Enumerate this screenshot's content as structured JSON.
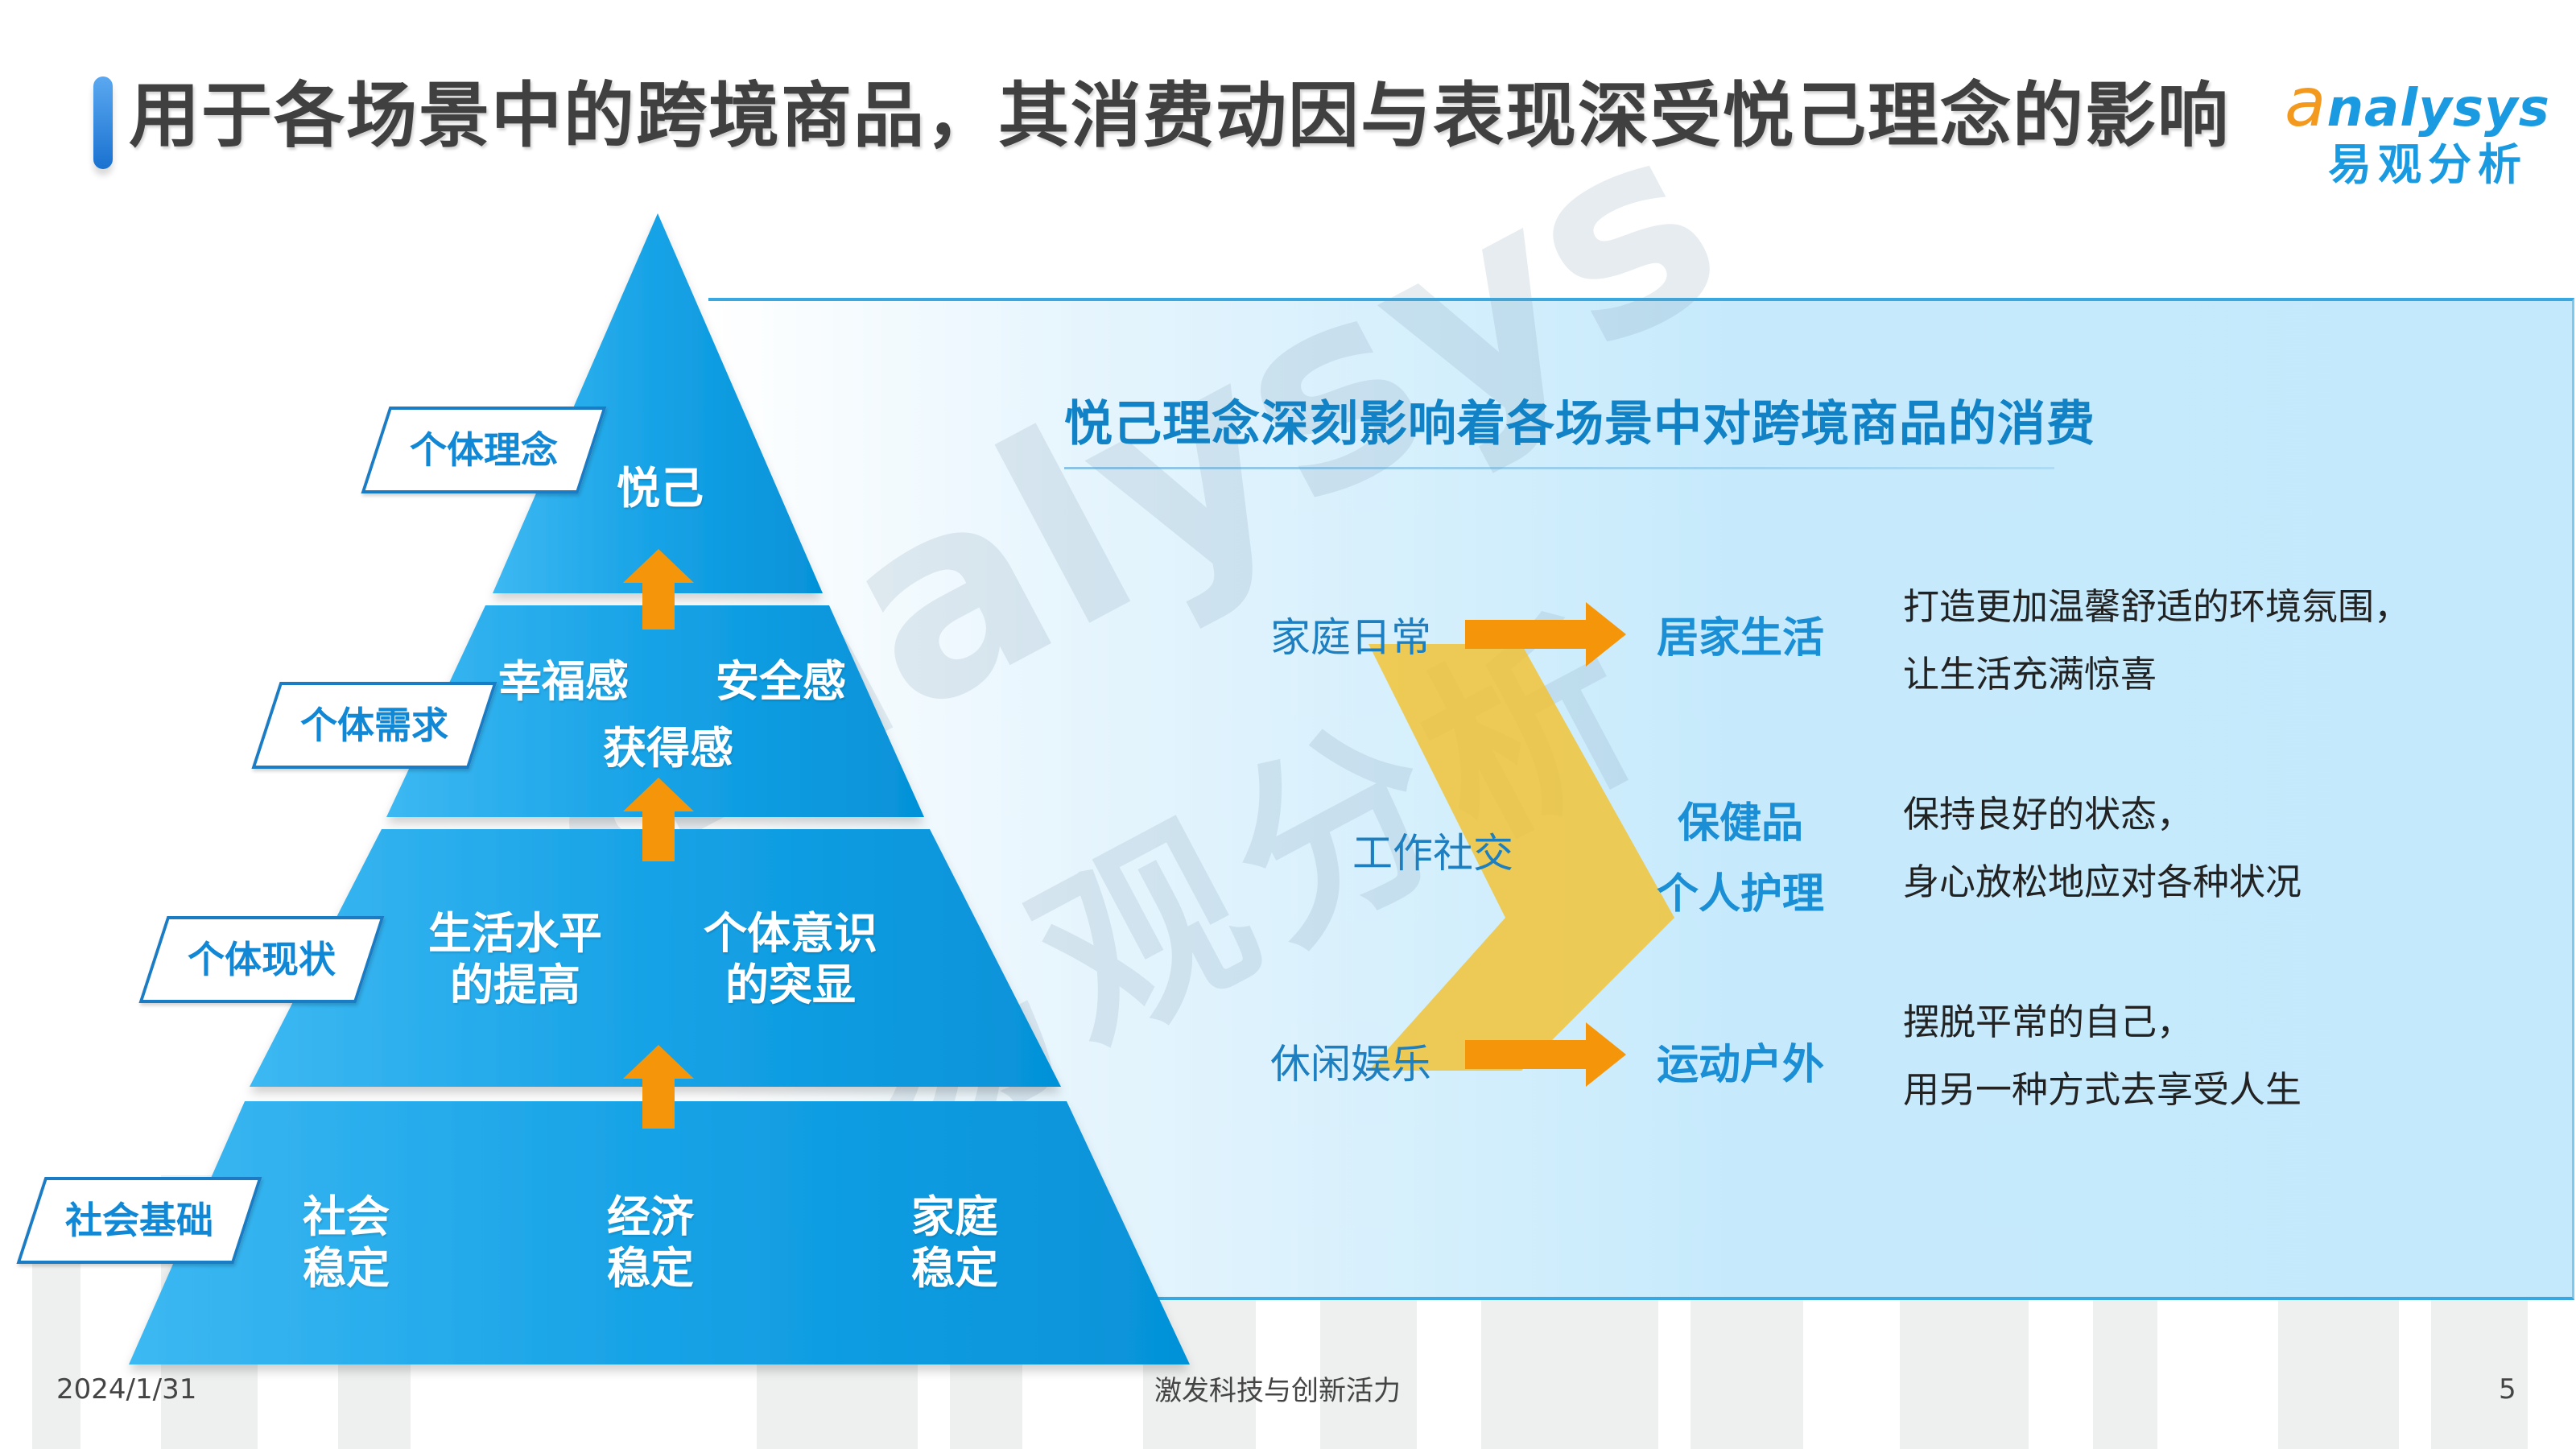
{
  "header": {
    "title": "用于各场景中的跨境商品，其消费动因与表现深受悦己理念的影响",
    "logo": {
      "en": "analysys",
      "en_initial": "a",
      "en_rest": "nalysys",
      "cn": "易观分析"
    }
  },
  "colors": {
    "pyramid_blue": "#0a9be0",
    "arrow_orange": "#f5950a",
    "chevron_yellow": "#f2c230",
    "panel_blue": "#c6eafc",
    "title_gray": "#404040",
    "accent_blue": "#1a8fd6"
  },
  "pyramid": {
    "tiers": [
      {
        "label": "个体理念",
        "items": [
          "悦己"
        ]
      },
      {
        "label": "个体需求",
        "items": [
          "幸福感",
          "安全感",
          "获得感"
        ]
      },
      {
        "label": "个体现状",
        "items": [
          "生活水平的提高",
          "个体意识的突显"
        ],
        "lines": [
          [
            "生活水平",
            "的提高"
          ],
          [
            "个体意识",
            "的突显"
          ]
        ]
      },
      {
        "label": "社会基础",
        "items": [
          "社会稳定",
          "经济稳定",
          "家庭稳定"
        ],
        "lines": [
          [
            "社会",
            "稳定"
          ],
          [
            "经济",
            "稳定"
          ],
          [
            "家庭",
            "稳定"
          ]
        ]
      }
    ],
    "arrow_icon": "up-arrow"
  },
  "panel": {
    "title": "悦己理念深刻影响着各场景中对跨境商品的消费",
    "rows": [
      {
        "scene": "家庭日常",
        "products": [
          "居家生活"
        ],
        "desc": [
          "打造更加温馨舒适的环境氛围，",
          "让生活充满惊喜"
        ]
      },
      {
        "scene": "工作社交",
        "products": [
          "保健品",
          "个人护理"
        ],
        "desc": [
          "保持良好的状态，",
          "身心放松地应对各种状况"
        ]
      },
      {
        "scene": "休闲娱乐",
        "products": [
          "运动户外"
        ],
        "desc": [
          "摆脱平常的自己，",
          "用另一种方式去享受人生"
        ]
      }
    ],
    "watermark_en": "analysys",
    "watermark_cn": "易观分析"
  },
  "footer": {
    "date": "2024/1/31",
    "slogan": "激发科技与创新活力",
    "page": "5"
  }
}
